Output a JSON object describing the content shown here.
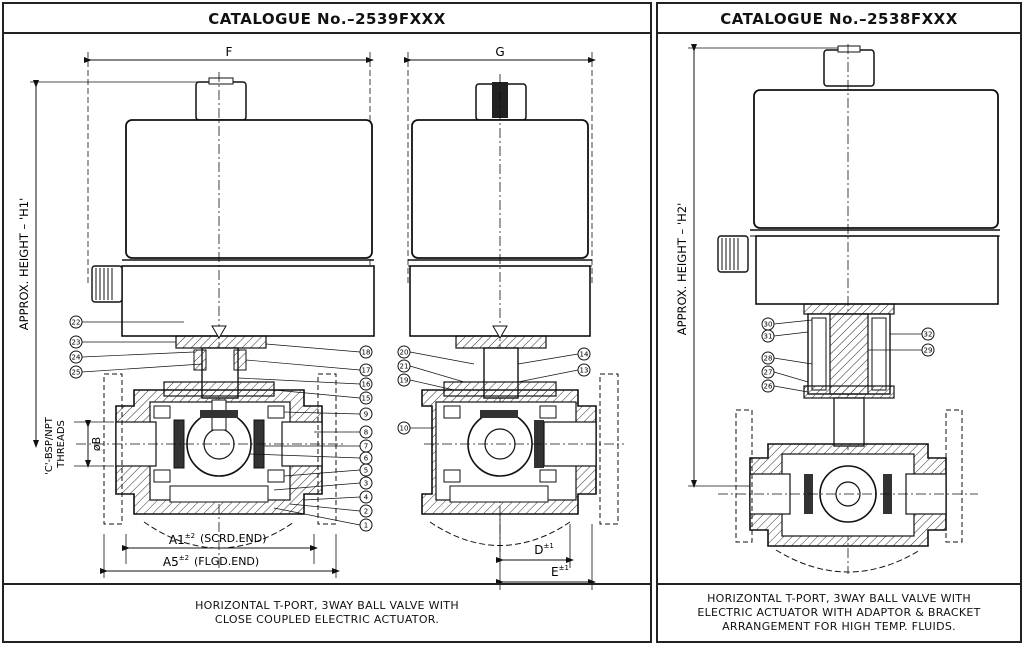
{
  "left_panel": {
    "title": "CATALOGUE No.–2539FXXX",
    "caption_lines": [
      "HORIZONTAL T-PORT, 3WAY BALL VALVE WITH",
      "CLOSE COUPLED ELECTRIC ACTUATOR."
    ],
    "dim_F": "F",
    "dim_G": "G",
    "height_label": "APPROX.  HEIGHT  –  'H1'",
    "thread_label_1": "'C'-BSP/NPT",
    "thread_label_2": "THREADS",
    "dim_B": "øB",
    "dim_A1": "A1",
    "dim_A1_sup": "±2",
    "dim_A1_note": "(SCRD.END)",
    "dim_A5": "A5",
    "dim_A5_sup": "±2",
    "dim_A5_note": "(FLGD.END)",
    "dim_D": "D",
    "dim_D_sup": "±1",
    "dim_E": "E",
    "dim_E_sup": "±1",
    "balloons_left": [
      "22",
      "23",
      "24",
      "25"
    ],
    "balloons_right": [
      "18",
      "17",
      "16",
      "15",
      "9",
      "8",
      "7",
      "6",
      "5",
      "3",
      "4",
      "2",
      "1"
    ],
    "balloons_side_left": [
      "20",
      "21",
      "19",
      "10"
    ],
    "balloons_side_right": [
      "14",
      "13"
    ]
  },
  "right_panel": {
    "title": "CATALOGUE No.–2538FXXX",
    "caption_lines": [
      "HORIZONTAL T-PORT, 3WAY BALL VALVE WITH",
      "ELECTRIC ACTUATOR WITH ADAPTOR & BRACKET",
      "ARRANGEMENT FOR HIGH TEMP. FLUIDS."
    ],
    "height_label": "APPROX.  HEIGHT  –  'H2'",
    "balloons_left": [
      "30",
      "31",
      "28",
      "27",
      "26"
    ],
    "balloons_right": [
      "32",
      "29"
    ]
  }
}
